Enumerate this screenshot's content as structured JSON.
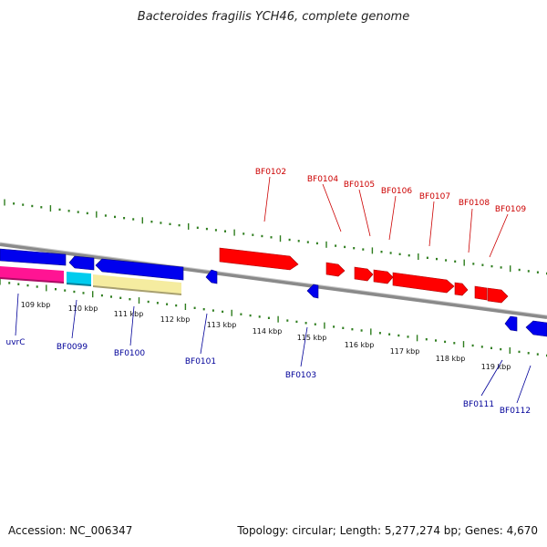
{
  "title": "Bacteroides fragilis YCH46, complete genome",
  "footer": {
    "accession": "Accession: NC_006347",
    "summary": "Topology: circular; Length: 5,277,274 bp; Genes: 4,670"
  },
  "scale_labels": [
    "109 kbp",
    "110 kbp",
    "111 kbp",
    "112 kbp",
    "113 kbp",
    "114 kbp",
    "115 kbp",
    "116 kbp",
    "117 kbp",
    "118 kbp",
    "119 kbp"
  ],
  "forward_gene_labels": [
    "BF0102",
    "BF0104",
    "BF0105",
    "BF0106",
    "BF0107",
    "BF0108",
    "BF0109"
  ],
  "reverse_gene_labels": [
    "uvrC",
    "BF0099",
    "BF0100",
    "BF0101",
    "BF0103",
    "BF0111",
    "BF0112"
  ],
  "colors": {
    "forward_gene": "#ff0000",
    "reverse_gene": "#0000ee",
    "forward_label": "#cc0000",
    "reverse_label": "#000099",
    "tick": "#2e7d1e",
    "backbone": "#808080",
    "magenta_feature": "#ff1493",
    "cyan_feature": "#00ccee",
    "yellow_feature": "#f5eca0"
  }
}
